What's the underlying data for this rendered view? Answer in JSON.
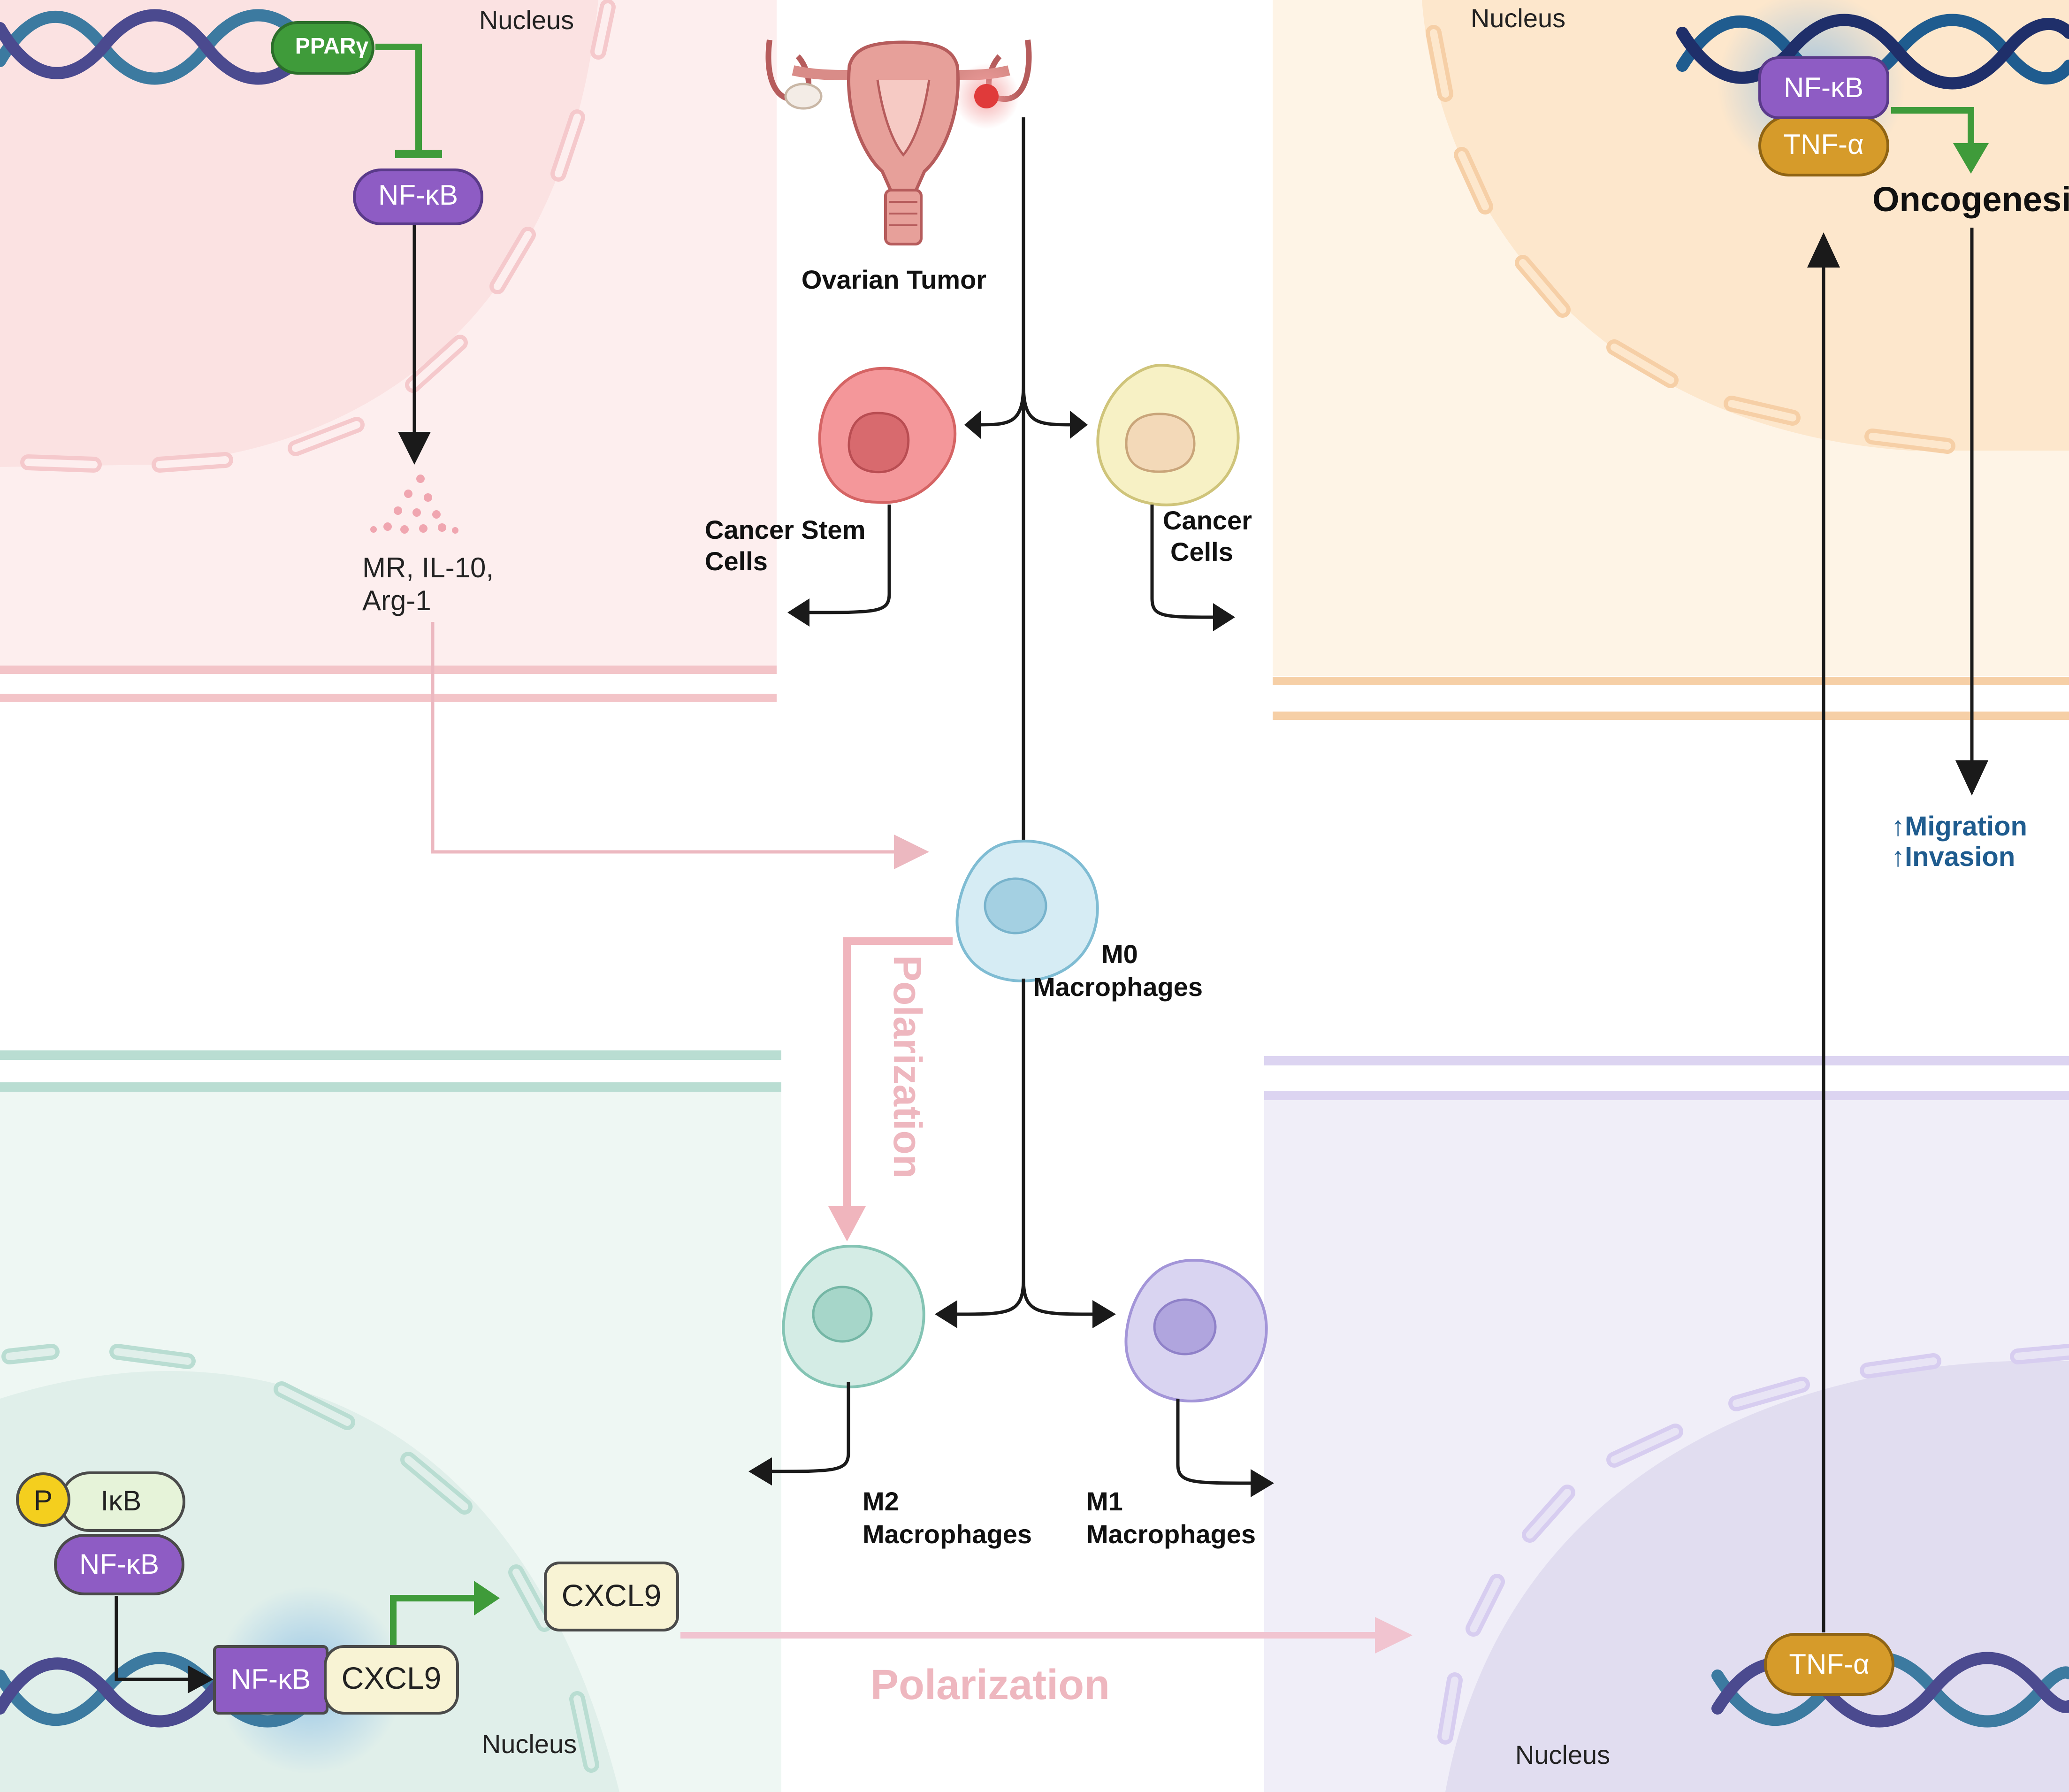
{
  "panels": {
    "top_left": {
      "nucleus_label": "Nucleus",
      "ppar_label": "PPARγ",
      "nfkb_label": "NF-κB",
      "markers_label_line1": "MR, IL-10,",
      "markers_label_line2": "Arg-1"
    },
    "top_right": {
      "nucleus_label": "Nucleus",
      "nfkb_label": "NF-κB",
      "tnf_label": "TNF-α",
      "oncogenesis_label": "Oncogenesis",
      "migration_label": "↑Migration",
      "invasion_label": "↑Invasion"
    },
    "bottom_left": {
      "nucleus_label": "Nucleus",
      "p_label": "P",
      "ikb_label": "IκB",
      "nfkb_label": "NF-κB",
      "nfkb_dna_label": "NF-κB",
      "cxcl9_dna_label": "CXCL9",
      "cxcl9_out_label": "CXCL9"
    },
    "bottom_right": {
      "nucleus_label": "Nucleus",
      "tnf_label": "TNF-α"
    }
  },
  "center": {
    "tumor_label": "Ovarian Tumor",
    "csc_label_line1": "Cancer Stem",
    "csc_label_line2": "Cells",
    "cancer_label_line1": "Cancer",
    "cancer_label_line2": "Cells",
    "m0_label_line1": "M0",
    "m0_label_line2": "Macrophages",
    "m2_label_line1": "M2",
    "m2_label_line2": "Macrophages",
    "m1_label_line1": "M1",
    "m1_label_line2": "Macrophages",
    "polarization_vertical": "Polarization",
    "polarization_horizontal": "Polarization"
  },
  "colors": {
    "pink_panel": "#fdeeee",
    "peach_panel": "#fef4e6",
    "mint_panel": "#eef7f3",
    "lavender_panel": "#f0eef8",
    "nfkb_purple": "#8e5cc4",
    "ppar_green": "#3f9b3a",
    "tnf_gold": "#d69b2a",
    "cxcl9_cream": "#f8f3d4",
    "polarization_pink": "#eeb7bf",
    "migration_blue": "#1f5c8f",
    "arrow_dark": "#1a1a1a"
  }
}
